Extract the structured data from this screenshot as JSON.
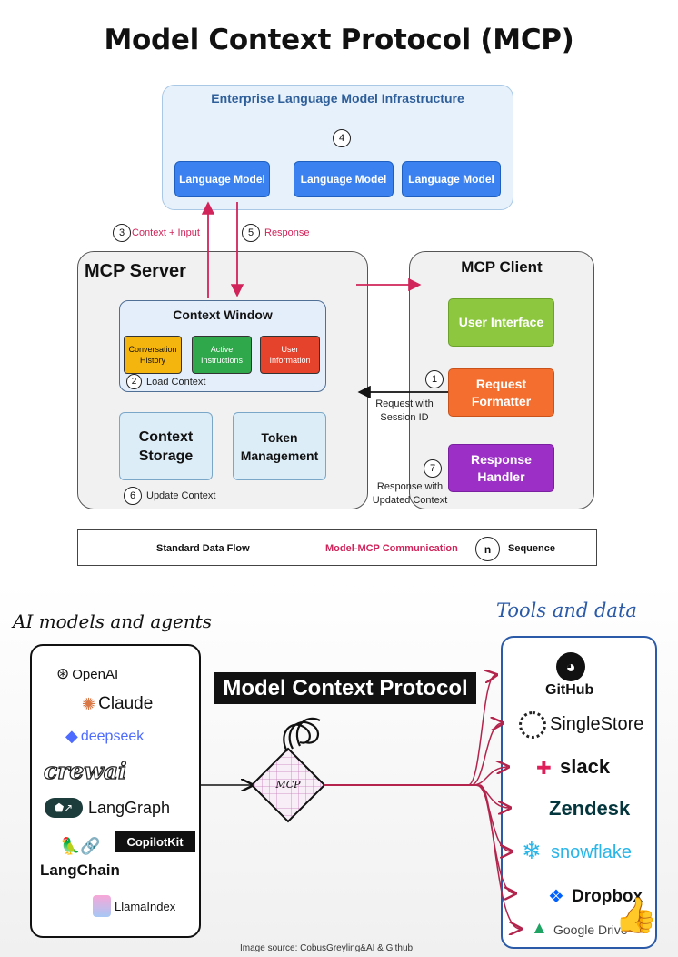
{
  "title": "Model Context Protocol (MCP)",
  "infrastructure": {
    "title": "Enterprise Language Model Infrastructure",
    "step": "4",
    "models": [
      "Language Model",
      "Language Model",
      "Language Model"
    ]
  },
  "flows": {
    "context_input": {
      "num": "3",
      "label": "Context + Input"
    },
    "response": {
      "num": "5",
      "label": "Response"
    },
    "request": {
      "num": "1",
      "label_line1": "Request with",
      "label_line2": "Session ID"
    },
    "response_ctx": {
      "num": "7",
      "label_line1": "Response with",
      "label_line2": "Updated Context"
    }
  },
  "server": {
    "title": "MCP Server",
    "context_window": {
      "title": "Context Window",
      "chips": [
        {
          "line1": "Conversation",
          "line2": "History",
          "color": "#f5b50f"
        },
        {
          "line1": "Active",
          "line2": "Instructions",
          "color": "#2ea84a"
        },
        {
          "line1": "User",
          "line2": "Information",
          "color": "#e5432c"
        }
      ],
      "load_num": "2",
      "load_label": "Load Context"
    },
    "storage_line1": "Context",
    "storage_line2": "Storage",
    "token_line1": "Token",
    "token_line2": "Management",
    "update_num": "6",
    "update_label": "Update Context"
  },
  "client": {
    "title": "MCP Client",
    "ui": "User Interface",
    "formatter_line1": "Request",
    "formatter_line2": "Formatter",
    "handler_line1": "Response",
    "handler_line2": "Handler",
    "colors": {
      "ui": "#8dc63f",
      "formatter": "#f46f2f",
      "handler": "#9b2fc6"
    }
  },
  "legend": {
    "standard": "Standard Data Flow",
    "model_mcp": "Model-MCP Communication",
    "n": "n",
    "sequence": "Sequence"
  },
  "lower": {
    "left_heading": "AI models and agents",
    "right_heading": "Tools and data",
    "banner": "Model Context Protocol",
    "mcp_label": "MCP",
    "agents": [
      "OpenAI",
      "Claude",
      "deepseek",
      "crewai",
      "LangGraph",
      "CopilotKit",
      "LangChain",
      "LlamaIndex"
    ],
    "tools": [
      "GitHub",
      "SingleStore",
      "slack",
      "Zendesk",
      "snowflake",
      "Dropbox",
      "Google Drive"
    ],
    "source": "Image source: CobusGreyling&AI & Github"
  },
  "colors": {
    "accent_red": "#d0245a",
    "model_blue": "#3b82f0",
    "tools_blue": "#2a5aa8"
  }
}
